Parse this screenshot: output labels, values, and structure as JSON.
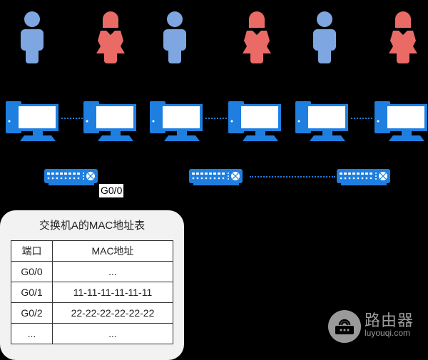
{
  "people": [
    {
      "gender": "male",
      "color": "#7ea6e0"
    },
    {
      "gender": "female",
      "color": "#ea6b66"
    },
    {
      "gender": "male",
      "color": "#7ea6e0"
    },
    {
      "gender": "female",
      "color": "#ea6b66"
    },
    {
      "gender": "male",
      "color": "#7ea6e0"
    },
    {
      "gender": "female",
      "color": "#ea6b66"
    }
  ],
  "colors": {
    "device": "#1e7fe0",
    "link": "#1e7fe0"
  },
  "switch_a_port_label": "G0/0",
  "mac_table": {
    "title": "交换机A的MAC地址表",
    "headers": [
      "端口",
      "MAC地址"
    ],
    "rows": [
      [
        "G0/0",
        "..."
      ],
      [
        "G0/1",
        "11-11-11-11-11-11"
      ],
      [
        "G0/2",
        "22-22-22-22-22-22"
      ],
      [
        "...",
        "..."
      ]
    ]
  },
  "watermark": {
    "name": "路由器",
    "url": "luyouqi.com"
  }
}
